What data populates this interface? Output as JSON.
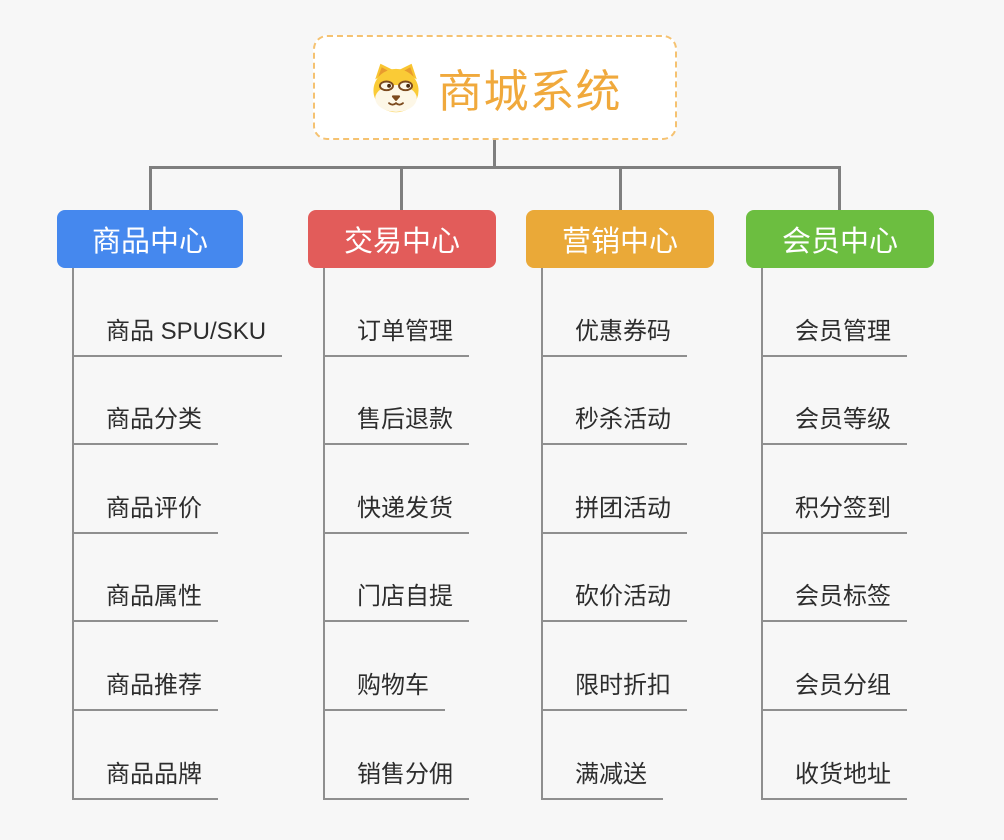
{
  "root": {
    "title": "商城系统",
    "icon": "dog-face-icon"
  },
  "branches": [
    {
      "label": "商品中心",
      "color": "#4588EE",
      "children": [
        "商品 SPU/SKU",
        "商品分类",
        "商品评价",
        "商品属性",
        "商品推荐",
        "商品品牌"
      ]
    },
    {
      "label": "交易中心",
      "color": "#E25C5A",
      "children": [
        "订单管理",
        "售后退款",
        "快递发货",
        "门店自提",
        "购物车",
        "销售分佣"
      ]
    },
    {
      "label": "营销中心",
      "color": "#EAA938",
      "children": [
        "优惠券码",
        "秒杀活动",
        "拼团活动",
        "砍价活动",
        "限时折扣",
        "满减送"
      ]
    },
    {
      "label": "会员中心",
      "color": "#6CBE40",
      "children": [
        "会员管理",
        "会员等级",
        "积分签到",
        "会员标签",
        "会员分组",
        "收货地址"
      ]
    }
  ],
  "colors": {
    "background": "#F7F7F7",
    "connector": "#7F7F7F",
    "underline": "#8F8F8F",
    "root_title": "#F0A93C",
    "root_border": "#F5C271",
    "item_text": "#2D2D2D"
  }
}
